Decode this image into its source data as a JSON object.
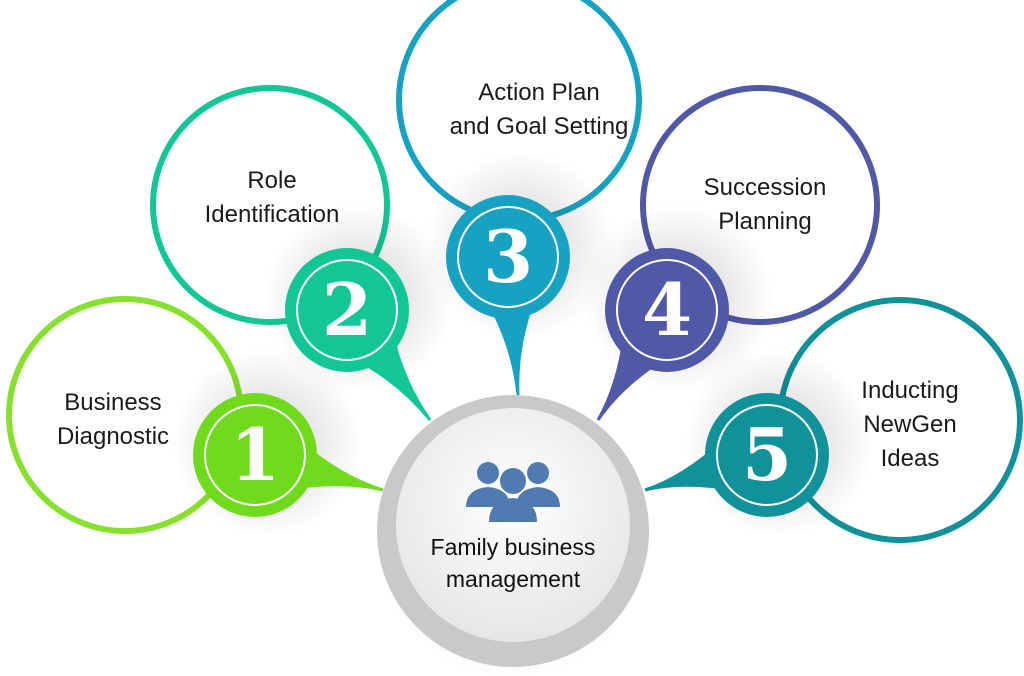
{
  "center": {
    "line1": "Family business",
    "line2": "management",
    "icon": "people-group-icon",
    "icon_color": "#4f7bb0"
  },
  "steps": [
    {
      "number": "1",
      "line1": "Business",
      "line2": "Diagnostic",
      "color": "#6fdb1c",
      "ring_color": "#86e02e"
    },
    {
      "number": "2",
      "line1": "Role",
      "line2": "Identification",
      "color": "#12c795",
      "ring_color": "#12c795"
    },
    {
      "number": "3",
      "line1": "Action Plan",
      "line2": "and Goal Setting",
      "color": "#18a2c2",
      "ring_color": "#18a2c2"
    },
    {
      "number": "4",
      "line1": "Succession",
      "line2": "Planning",
      "color": "#5058a8",
      "ring_color": "#5058a8"
    },
    {
      "number": "5",
      "line1": "Inducting",
      "line2": "NewGen",
      "line3": "Ideas",
      "color": "#11919a",
      "ring_color": "#11919a"
    }
  ]
}
